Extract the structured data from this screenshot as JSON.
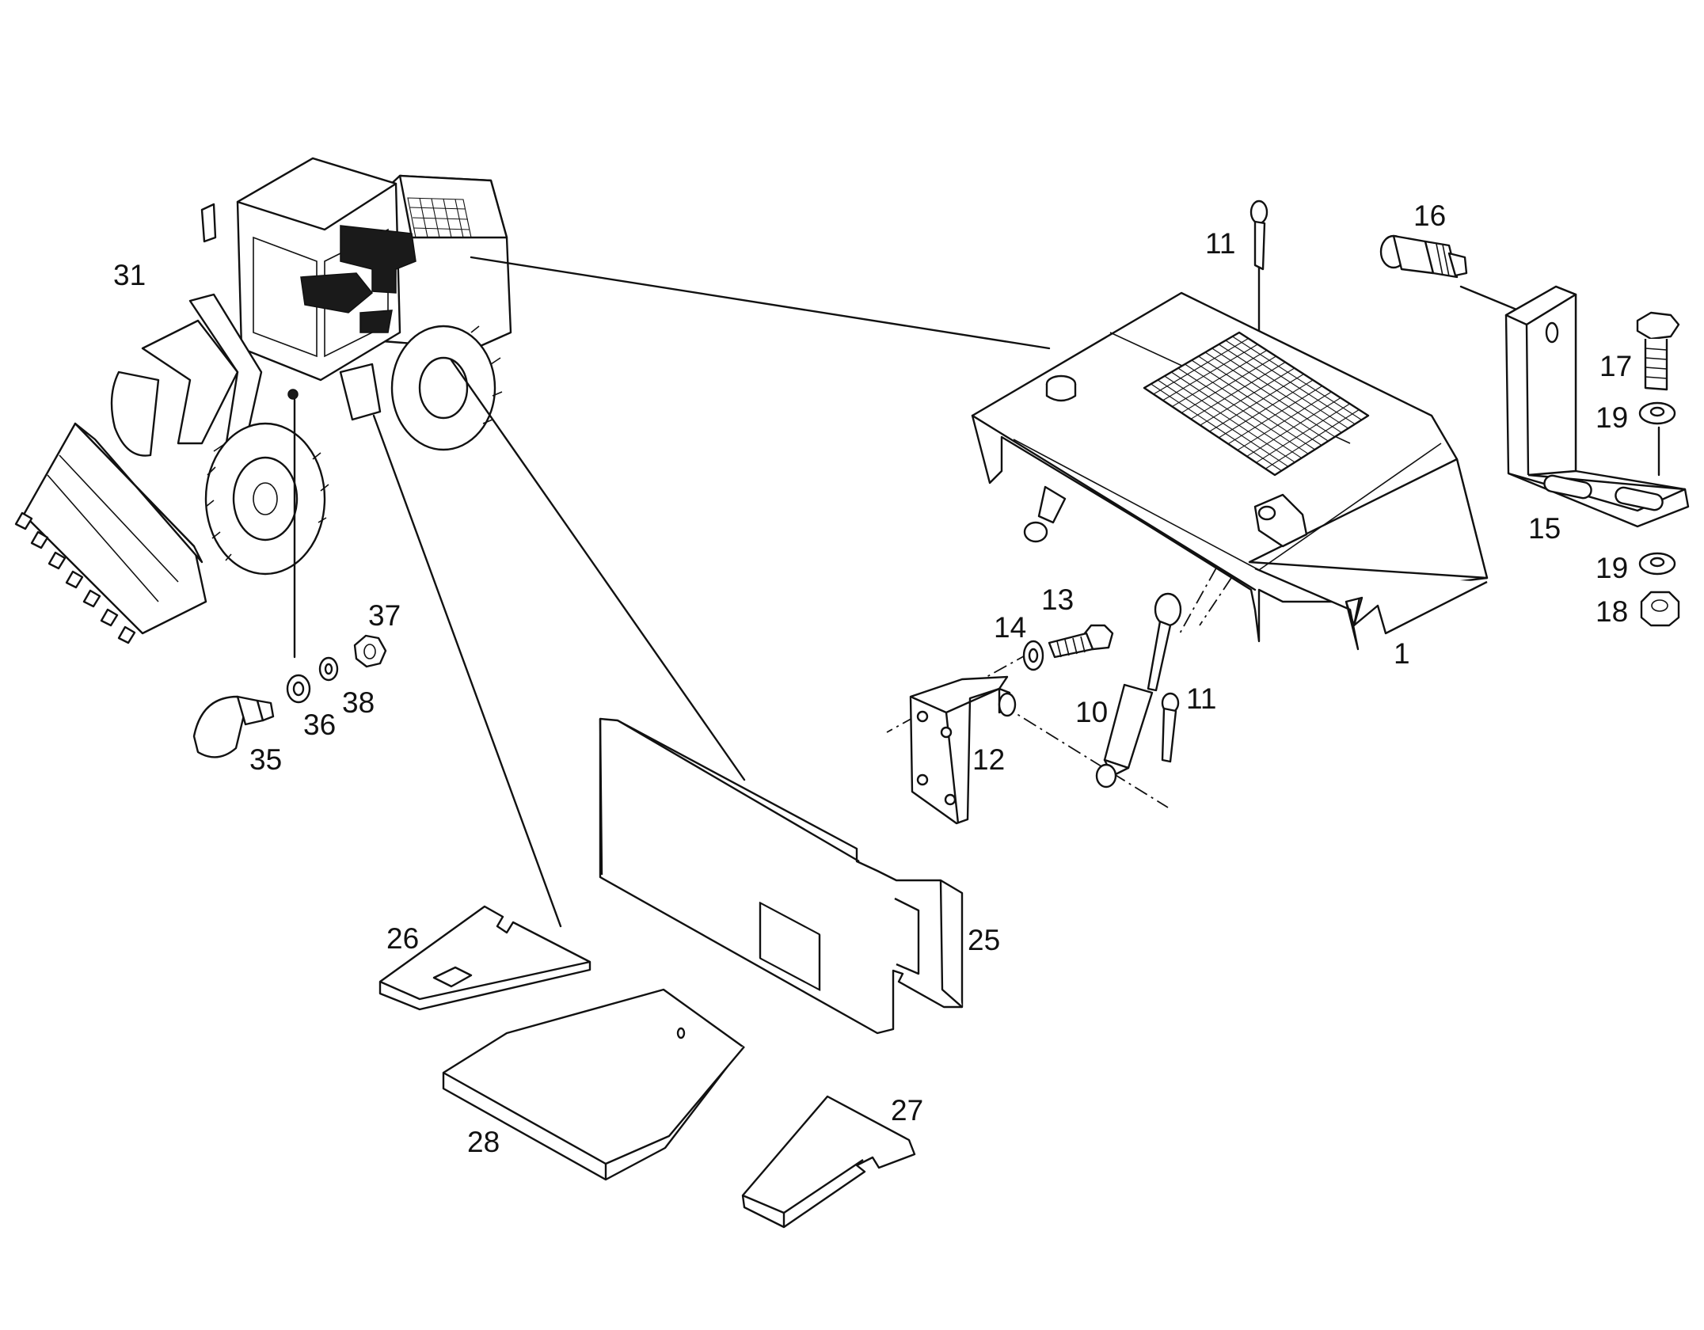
{
  "labels": {
    "p1": "1",
    "p10": "10",
    "p11a": "11",
    "p11b": "11",
    "p12": "12",
    "p13": "13",
    "p14": "14",
    "p15": "15",
    "p16": "16",
    "p17": "17",
    "p18": "18",
    "p19a": "19",
    "p19b": "19",
    "p25": "25",
    "p26": "26",
    "p27": "27",
    "p28": "28",
    "p31": "31",
    "p35": "35",
    "p36": "36",
    "p37": "37",
    "p38": "38"
  },
  "colors": {
    "line": "#111111",
    "background": "#ffffff"
  }
}
